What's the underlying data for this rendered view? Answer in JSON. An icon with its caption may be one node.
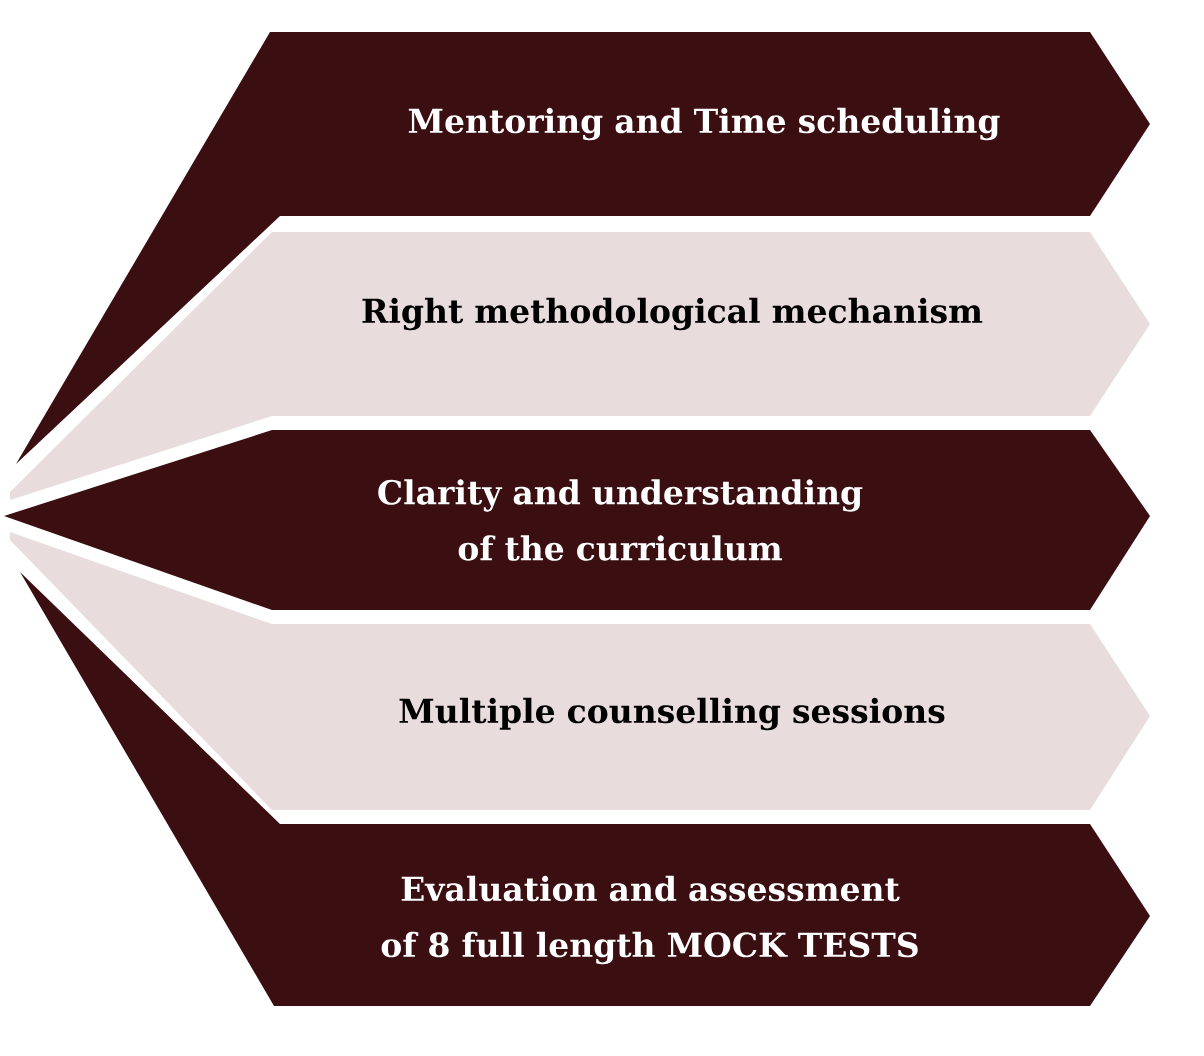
{
  "diagram": {
    "nodes": [
      {
        "text": [
          "Mentoring and Time scheduling"
        ]
      },
      {
        "text": [
          "Right methodological mechanism"
        ]
      },
      {
        "text": [
          "Clarity and understanding of the curriculum"
        ]
      },
      {
        "text": [
          "Multiple counselling sessions"
        ]
      },
      {
        "text": [
          "Evaluation and assessment of 8 full length MOCK TESTS"
        ]
      }
    ]
  }
}
